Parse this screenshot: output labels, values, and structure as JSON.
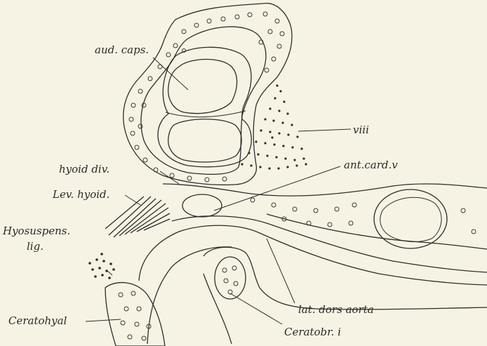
{
  "labels": {
    "aud_caps": "aud. caps.",
    "viii": "viii",
    "hyoid_div": "hyoid div.",
    "ant_card_v": "ant.card.v",
    "lev_hyoid": "Lev. hyoid.",
    "hyosuspens": "Hyosuspens.",
    "lig": "lig.",
    "ceratohyal": "Ceratohyal",
    "lat_dors_aorta": "lat. dors aorta",
    "ceratobr": "Ceratobr. i"
  },
  "colors": {
    "background": "#f7f3e4",
    "ink": "#2d2d2b"
  }
}
